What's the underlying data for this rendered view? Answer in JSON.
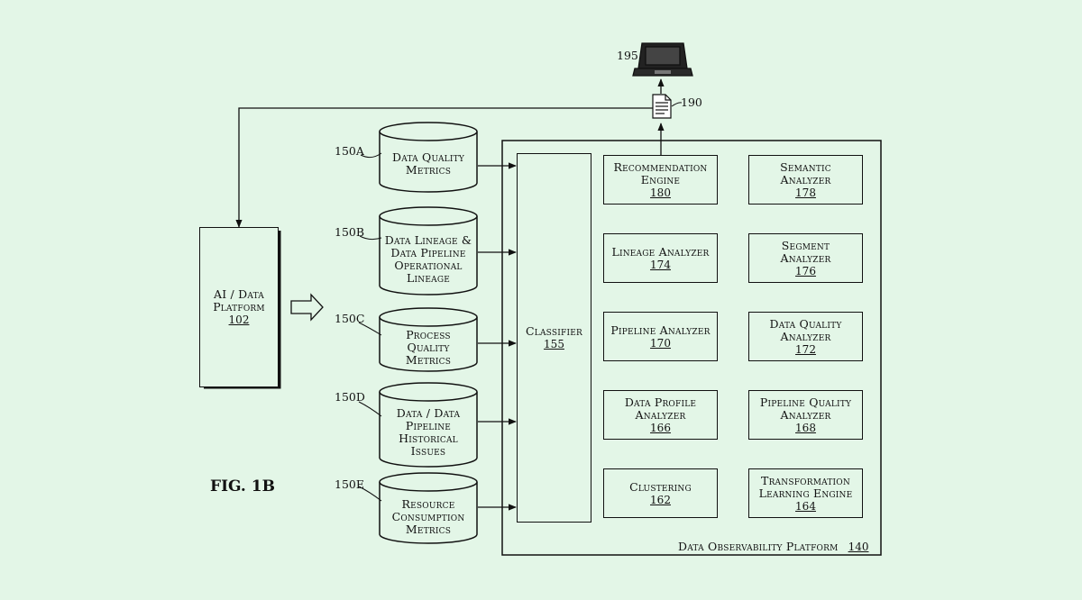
{
  "figure_label": "FIG. 1B",
  "ai_platform": {
    "name": "AI / Data Platform",
    "number": "102"
  },
  "data_sources": [
    {
      "ref": "150A",
      "label": "Data Quality Metrics"
    },
    {
      "ref": "150B",
      "label": "Data Lineage & Data Pipeline Operational Lineage"
    },
    {
      "ref": "150C",
      "label": "Process Quality Metrics"
    },
    {
      "ref": "150D",
      "label": "Data / Data Pipeline Historical Issues"
    },
    {
      "ref": "150E",
      "label": "Resource Consumption Metrics"
    }
  ],
  "classifier": {
    "name": "Classifier",
    "number": "155"
  },
  "observability_platform": {
    "name": "Data Observability Platform",
    "number": "140"
  },
  "modules": [
    {
      "name": "Recommendation Engine",
      "number": "180"
    },
    {
      "name": "Semantic Analyzer",
      "number": "178"
    },
    {
      "name": "Lineage Analyzer",
      "number": "174"
    },
    {
      "name": "Segment Analyzer",
      "number": "176"
    },
    {
      "name": "Pipeline Analyzer",
      "number": "170"
    },
    {
      "name": "Data Quality Analyzer",
      "number": "172"
    },
    {
      "name": "Data Profile Analyzer",
      "number": "166"
    },
    {
      "name": "Pipeline Quality Analyzer",
      "number": "168"
    },
    {
      "name": "Clustering",
      "number": "162"
    },
    {
      "name": "Transformation Learning Engine",
      "number": "164"
    }
  ],
  "report": {
    "ref": "190",
    "icon": "document-icon"
  },
  "client_device": {
    "ref": "195",
    "icon": "laptop-icon"
  }
}
